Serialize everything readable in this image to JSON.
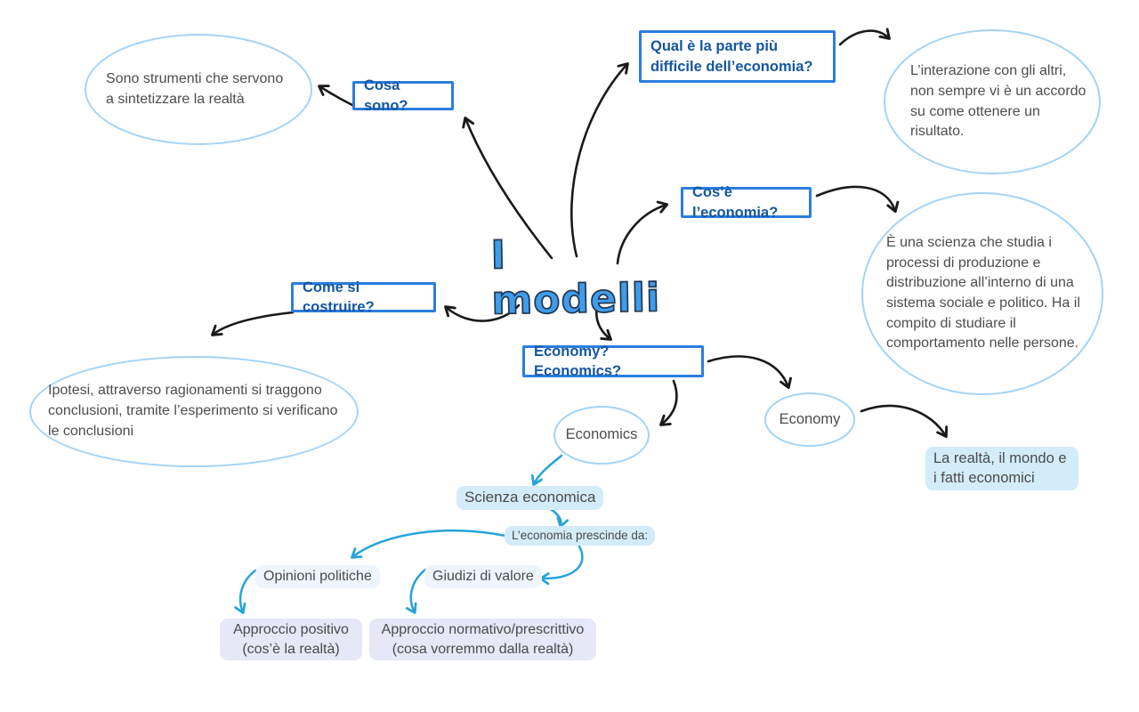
{
  "title": "I modelli",
  "boxes": {
    "cosa_sono": "Cosa sono?",
    "parte_difficile": "Qual è la parte più difficile dell’economia?",
    "cos_e_economia": "Cos’è l’economia?",
    "come_si_costruire": "Come si costruire?",
    "economy_economics": "Economy? Economics?"
  },
  "ellipses": {
    "strumenti": "Sono strumenti che servono a sintetizzare la realtà",
    "interazione": "L’interazione con gli altri, non sempre vi è un accordo su come ottenere un risultato.",
    "scienza": "È una scienza che studia i processi di produzione e distribuzione all’interno di una sistema sociale e politico. Ha il compito di studiare il comportamento nelle persone.",
    "ipotesi": "Ipotesi, attraverso ragionamenti si traggono conclusioni, tramite l’esperimento si verificano le conclusioni",
    "economics": "Economics",
    "economy": "Economy"
  },
  "labels": {
    "realta": "La realtà, il mondo e i fatti economici",
    "scienza_economica": "Scienza economica",
    "prescinde": "L’economia prescinde da:",
    "opinioni_politiche": "Opinioni politiche",
    "giudizi_di_valore": "Giudizi di valore",
    "approccio_positivo": "Approccio positivo",
    "approccio_positivo_sub": "(cos’è la realtà)",
    "approccio_normativo": "Approccio normativo/prescrittivo",
    "approccio_normativo_sub": "(cosa vorremmo dalla realtà)"
  },
  "colors": {
    "box_border": "#2b7de0",
    "box_text": "#1557a0",
    "ellipse_stroke": "#a5d3f5",
    "title_fill": "#3f9ceb",
    "title_outline": "#22364e",
    "black_arrow": "#1a1a1a",
    "cyan_arrow": "#25a4da",
    "highlight_blue": "#d3ecfa",
    "highlight_lavender": "#e6e7f7",
    "body_text": "#4d4d4d"
  }
}
